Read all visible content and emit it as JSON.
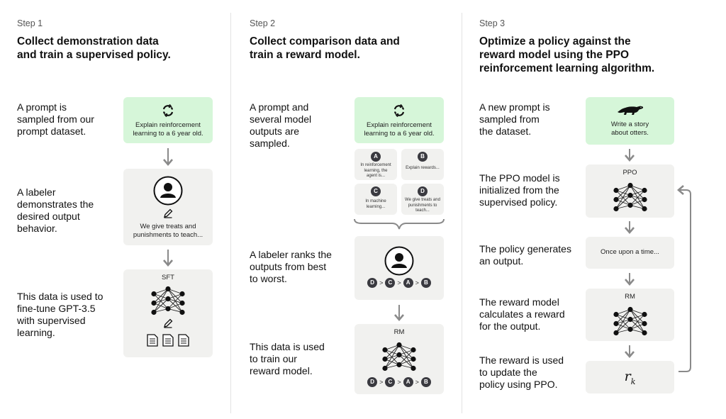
{
  "steps": [
    {
      "label": "Step 1",
      "title_line1": "Collect demonstration data",
      "title_line2": "and train a supervised policy.",
      "descs": [
        [
          "A prompt is",
          "sampled from our",
          "prompt dataset."
        ],
        [
          "A labeler",
          "demonstrates the",
          "desired output",
          "behavior."
        ],
        [
          "This data is used to",
          "fine-tune GPT-3.5",
          "with supervised",
          "learning."
        ]
      ],
      "prompt_box": [
        "Explain reinforcement",
        "learning to a 6 year old."
      ],
      "demo_box": [
        "We give treats and",
        "punishments to teach..."
      ],
      "model_label": "SFT"
    },
    {
      "label": "Step 2",
      "title_line1": "Collect comparison data and",
      "title_line2": "train a reward model.",
      "descs": [
        [
          "A prompt and",
          "several model",
          "outputs are",
          "sampled."
        ],
        [
          "A labeler ranks the",
          "outputs from best",
          "to worst."
        ],
        [
          "This data is used",
          "to train our",
          "reward model."
        ]
      ],
      "prompt_box": [
        "Explain reinforcement",
        "learning to a 6 year old."
      ],
      "outputs": [
        {
          "letter": "A",
          "text": [
            "In reinforcement",
            "learning, the",
            "agent is..."
          ]
        },
        {
          "letter": "B",
          "text": [
            "Explain rewards..."
          ]
        },
        {
          "letter": "C",
          "text": [
            "In machine",
            "learning..."
          ]
        },
        {
          "letter": "D",
          "text": [
            "We give treats and",
            "punishments to",
            "teach..."
          ]
        }
      ],
      "ranking": [
        "D",
        ">",
        "C",
        ">",
        "A",
        ">",
        "B"
      ],
      "model_label": "RM"
    },
    {
      "label": "Step 3",
      "title_line1": "Optimize a policy against the",
      "title_line2": "reward model using the PPO",
      "title_line3": "reinforcement learning algorithm.",
      "descs": [
        [
          "A new prompt is",
          "sampled from",
          "the dataset."
        ],
        [
          "The PPO model is",
          "initialized from the",
          "supervised policy."
        ],
        [
          "The policy generates",
          "an output."
        ],
        [
          "The reward model",
          "calculates a reward",
          "for the output."
        ],
        [
          "The reward is used",
          "to update the",
          "policy using PPO."
        ]
      ],
      "prompt_box": [
        "Write a story",
        "about otters."
      ],
      "policy_label": "PPO",
      "output_text": "Once upon a time...",
      "rm_label": "RM",
      "reward_symbol": "r",
      "reward_subscript": "k"
    }
  ],
  "colors": {
    "green_box": "#d6f6d9",
    "gray_box": "#f1f1ef",
    "badge": "#3a3a40",
    "arrow": "#8a8a8a"
  },
  "icons": [
    "recycle-icon",
    "person-icon",
    "pencil-icon",
    "neural-network-icon",
    "document-icon",
    "otter-icon",
    "feedback-arrow"
  ]
}
